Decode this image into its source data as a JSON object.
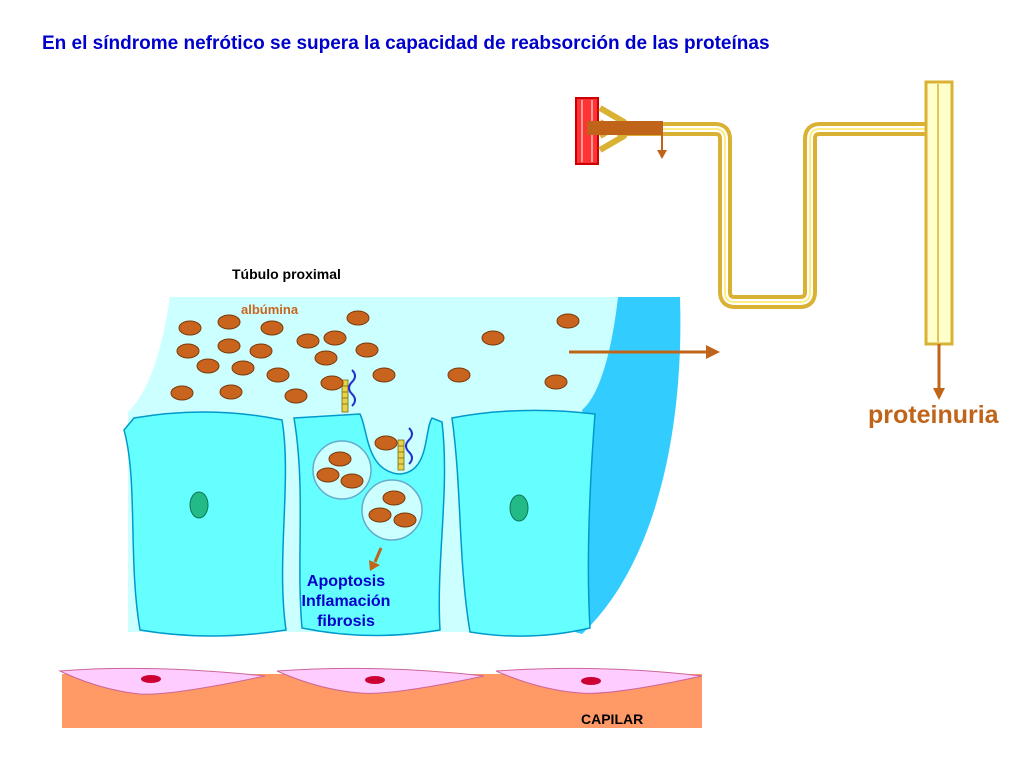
{
  "title": "En el síndrome nefrótico se supera la capacidad de reabsorción de las proteínas",
  "labels": {
    "tubulo": "Túbulo proximal",
    "albumina": "albúmina",
    "proteinuria": "proteinuria",
    "capilar": "CAPILAR",
    "effects": [
      "Apoptosis",
      "Inflamación",
      "fibrosis"
    ]
  },
  "colors": {
    "title_text": "#0000cc",
    "lumen": "#ccffff",
    "cell": "#66ffff",
    "tubule_wall": "#33ccff",
    "albumin": "#c8641e",
    "arrow": "#c0641a",
    "nephron_tube": "#d9b233",
    "capillary": "#ff9966",
    "endothelium": "#ffccff",
    "glomerulus": "#ff3333"
  }
}
